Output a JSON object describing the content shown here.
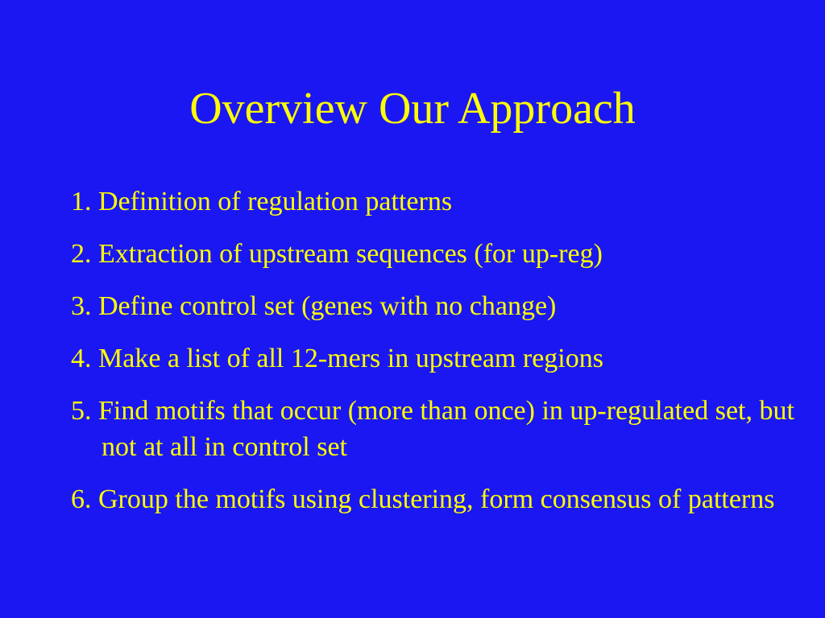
{
  "slide": {
    "background_color": "#1a17f2",
    "text_color": "#ffff00",
    "title": "Overview Our Approach",
    "items": [
      {
        "number": "1.",
        "text": "Definition of regulation patterns"
      },
      {
        "number": "2.",
        "text": "Extraction of upstream sequences (for up-reg)"
      },
      {
        "number": "3.",
        "text": "Define control set (genes with no change)"
      },
      {
        "number": "4.",
        "text": "Make a list of all 12-mers in upstream regions"
      },
      {
        "number": "5.",
        "text": "Find motifs that occur (more than once) in up-regulated set, but not at all in control set"
      },
      {
        "number": "6.",
        "text": "Group the motifs using clustering, form consensus of patterns"
      }
    ]
  }
}
